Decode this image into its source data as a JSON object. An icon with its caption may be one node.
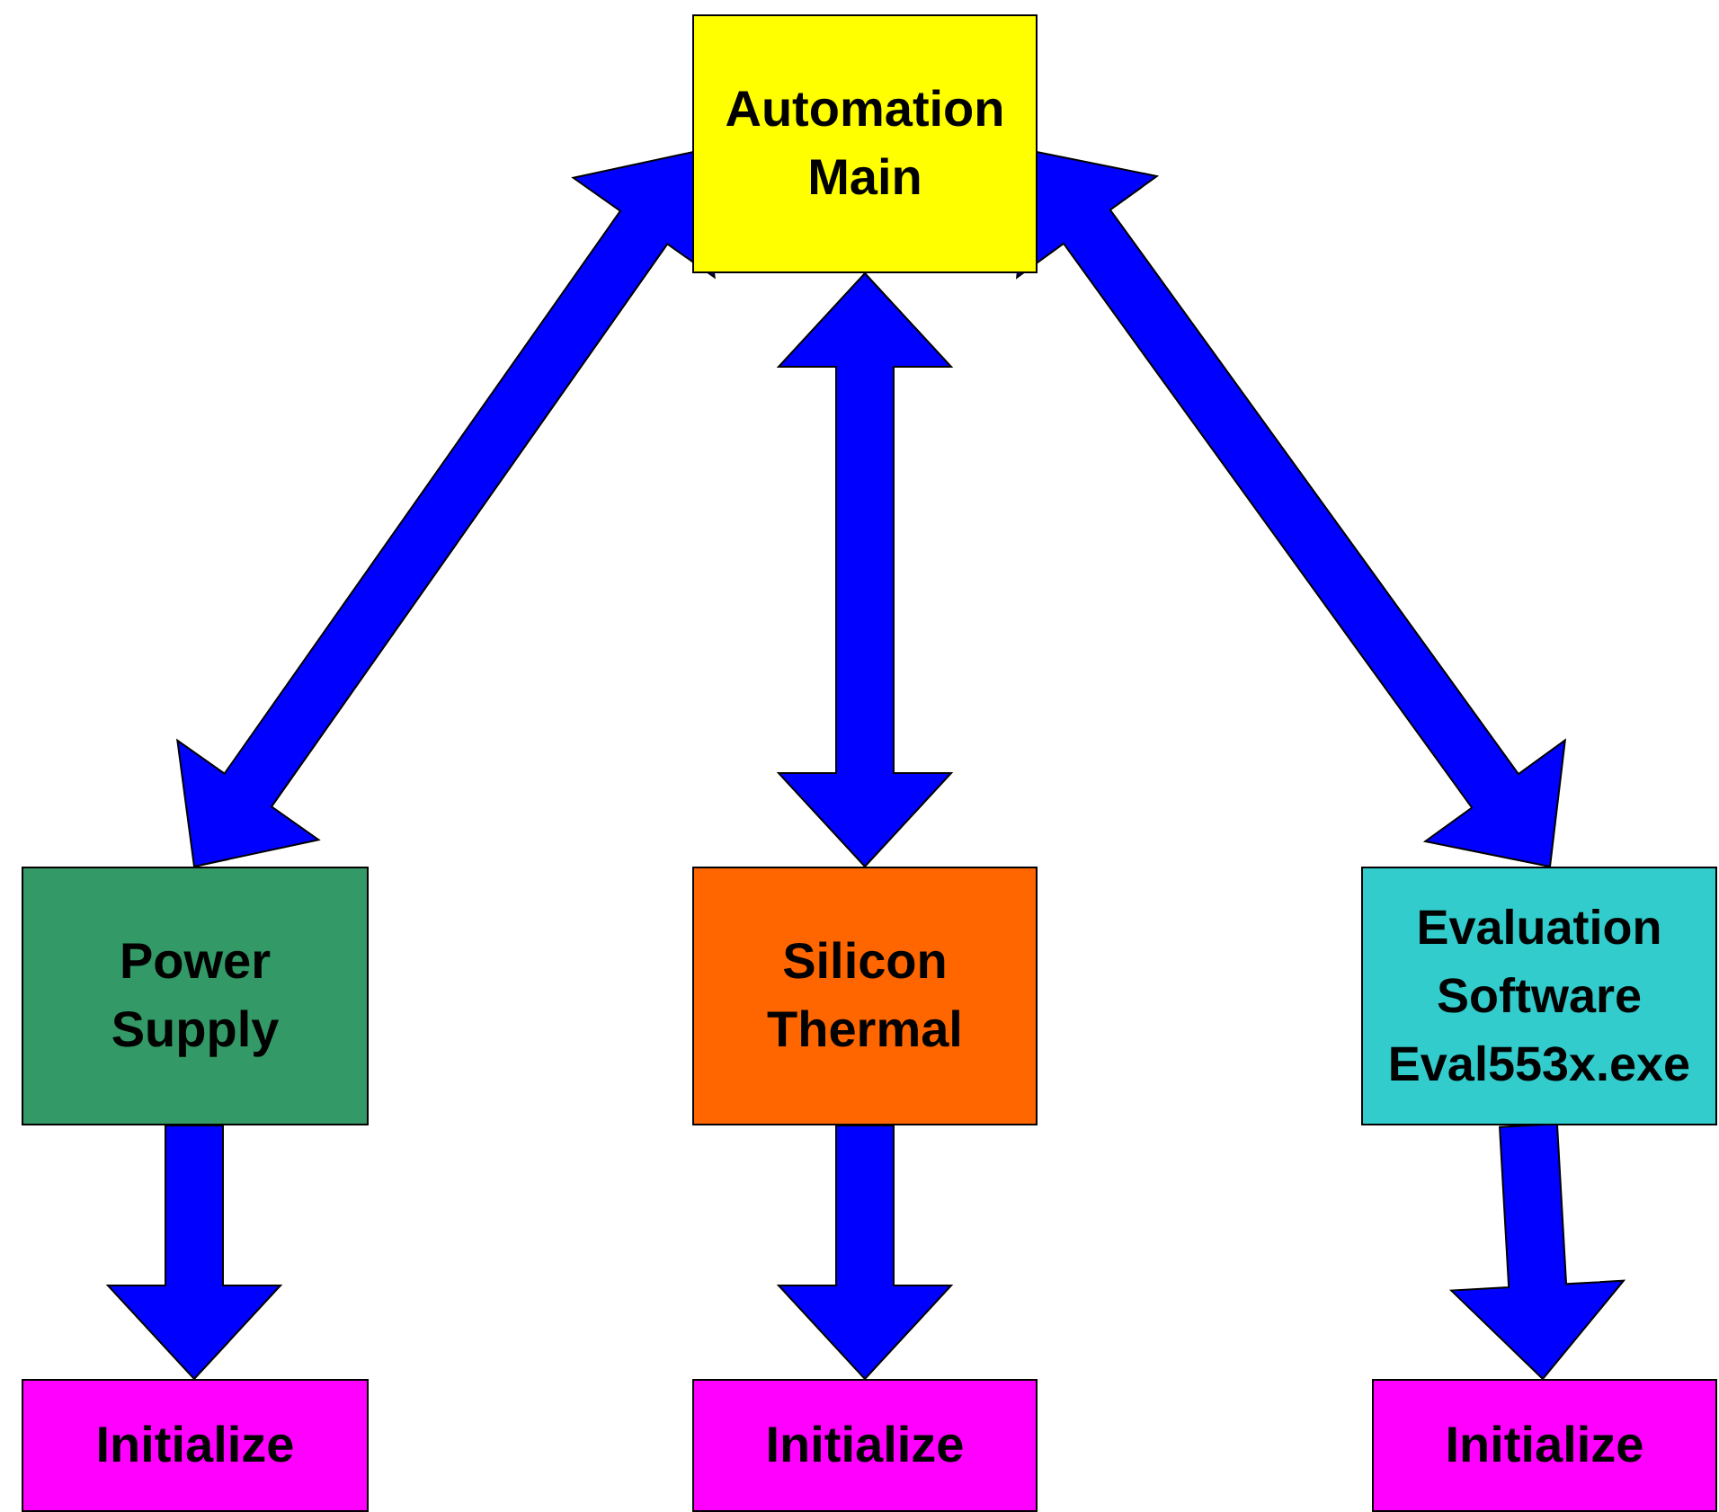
{
  "diagram": {
    "nodes": [
      {
        "text": [
          "Automation Main"
        ]
      },
      {
        "text": [
          "Power Supply"
        ]
      },
      {
        "text": [
          "Silicon Thermal"
        ]
      },
      {
        "text": [
          "Evaluation Software Eval553x.exe"
        ]
      },
      {
        "text": [
          "Initialize"
        ]
      },
      {
        "text": [
          "Initialize"
        ]
      },
      {
        "text": [
          "Initialize"
        ]
      }
    ],
    "edges": [
      {
        "from": 0,
        "to": 1,
        "arrow": "both",
        "style": "thick"
      },
      {
        "from": 0,
        "to": 2,
        "arrow": "both",
        "style": "thick"
      },
      {
        "from": 0,
        "to": 3,
        "arrow": "both",
        "style": "thick"
      },
      {
        "from": 1,
        "to": 4,
        "arrow": "to",
        "style": "thick"
      },
      {
        "from": 2,
        "to": 5,
        "arrow": "to",
        "style": "thick"
      },
      {
        "from": 3,
        "to": 6,
        "arrow": "to",
        "style": "thick"
      }
    ]
  }
}
